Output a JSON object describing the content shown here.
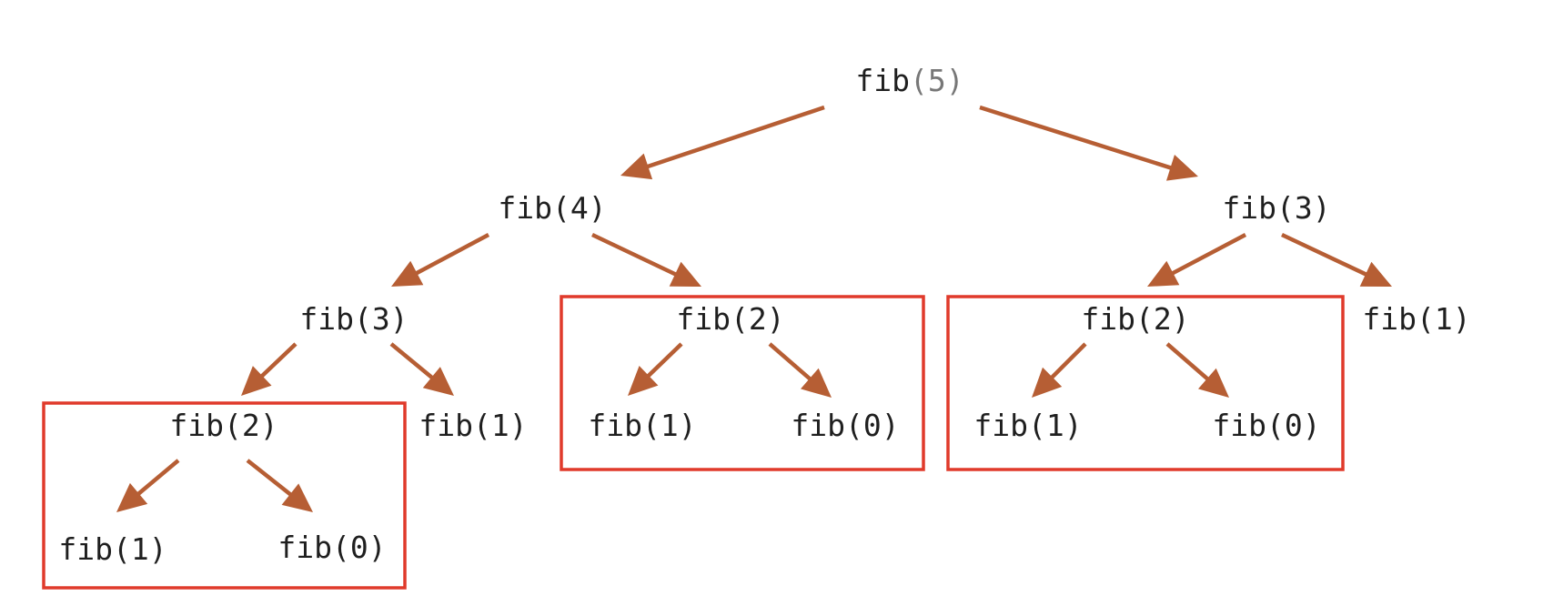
{
  "colors": {
    "arrow": "#B65E34",
    "highlight": "#E03A2B",
    "text": "#1f1f1f",
    "root_argument": "#777777"
  },
  "nodes": [
    {
      "id": "n-fib5",
      "label": "fib(5)"
    },
    {
      "id": "n-fib4",
      "label": "fib(4)"
    },
    {
      "id": "n-fib3-right",
      "label": "fib(3)"
    },
    {
      "id": "n-fib3-left",
      "label": "fib(3)"
    },
    {
      "id": "n-fib2-mid",
      "label": "fib(2)"
    },
    {
      "id": "n-fib2-right",
      "label": "fib(2)"
    },
    {
      "id": "n-fib1-far-right",
      "label": "fib(1)"
    },
    {
      "id": "n-fib2-left",
      "label": "fib(2)"
    },
    {
      "id": "n-fib1-left-mid",
      "label": "fib(1)"
    },
    {
      "id": "n-fib1-mid-a",
      "label": "fib(1)"
    },
    {
      "id": "n-fib0-mid-b",
      "label": "fib(0)"
    },
    {
      "id": "n-fib1-right-a",
      "label": "fib(1)"
    },
    {
      "id": "n-fib0-right-b",
      "label": "fib(0)"
    },
    {
      "id": "n-fib1-bottom-a",
      "label": "fib(1)"
    },
    {
      "id": "n-fib0-bottom-b",
      "label": "fib(0)"
    }
  ],
  "edges": [
    {
      "from": "n-fib5",
      "to": "n-fib4"
    },
    {
      "from": "n-fib5",
      "to": "n-fib3-right"
    },
    {
      "from": "n-fib4",
      "to": "n-fib3-left"
    },
    {
      "from": "n-fib4",
      "to": "n-fib2-mid"
    },
    {
      "from": "n-fib3-right",
      "to": "n-fib2-right"
    },
    {
      "from": "n-fib3-right",
      "to": "n-fib1-far-right"
    },
    {
      "from": "n-fib3-left",
      "to": "n-fib2-left"
    },
    {
      "from": "n-fib3-left",
      "to": "n-fib1-left-mid"
    },
    {
      "from": "n-fib2-mid",
      "to": "n-fib1-mid-a"
    },
    {
      "from": "n-fib2-mid",
      "to": "n-fib0-mid-b"
    },
    {
      "from": "n-fib2-right",
      "to": "n-fib1-right-a"
    },
    {
      "from": "n-fib2-right",
      "to": "n-fib0-right-b"
    },
    {
      "from": "n-fib2-left",
      "to": "n-fib1-bottom-a"
    },
    {
      "from": "n-fib2-left",
      "to": "n-fib0-bottom-b"
    }
  ],
  "highlighted_subtrees": [
    "n-fib2-left",
    "n-fib2-mid",
    "n-fib2-right"
  ]
}
